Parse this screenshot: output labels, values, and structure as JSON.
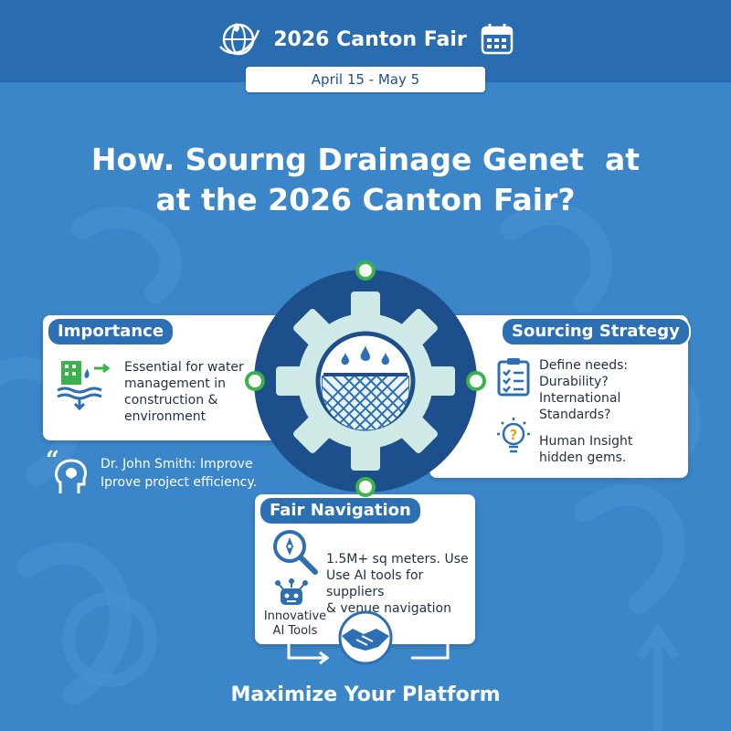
{
  "header": {
    "title": "2026 Canton Fair",
    "date_range": "April 15 - May 5",
    "globe_icon": "globe-icon",
    "calendar_icon": "calendar-icon"
  },
  "headline": {
    "line1": "How. Sourng Drainage Genet  at",
    "line2": "at the 2026 Canton Fair?"
  },
  "importance": {
    "title": "Importance",
    "text_lines": [
      "Essential for water",
      "management in",
      "construction &",
      "environment"
    ],
    "icon": "building-water-icon"
  },
  "quote": {
    "lines": [
      "Dr. John Smith: Improve",
      "Iprove project efficiency."
    ],
    "icon": "thinking-head-icon"
  },
  "sourcing": {
    "title": "Sourcing Strategy",
    "needs_lines": [
      "Define needs:",
      "Durability?",
      "International",
      "Standards?"
    ],
    "insight_lines": [
      "Human Insight",
      "hidden gems."
    ],
    "checklist_icon": "checklist-icon",
    "bulb_icon": "lightbulb-icon"
  },
  "navigation": {
    "title": "Fair Navigation",
    "text_lines": [
      "1.5M+ sq meters. Use",
      "Use AI tools for suppliers",
      "& venue navigation"
    ],
    "ai_label_lines": [
      "Innovative",
      "AI Tools"
    ],
    "search_icon": "magnifier-compass-icon",
    "robot_icon": "robot-icon",
    "handshake_icon": "handshake-icon"
  },
  "center_icon": "gear-drainage-icon",
  "footer": {
    "text": "Maximize Your Platform"
  },
  "colors": {
    "background": "#3b86c9",
    "topbar": "#2a6cb0",
    "gear_dark": "#1d4f8c",
    "gear_light": "#cfe9e6",
    "accent_green": "#3cb24a",
    "title_pill": "#2d6fb3"
  }
}
